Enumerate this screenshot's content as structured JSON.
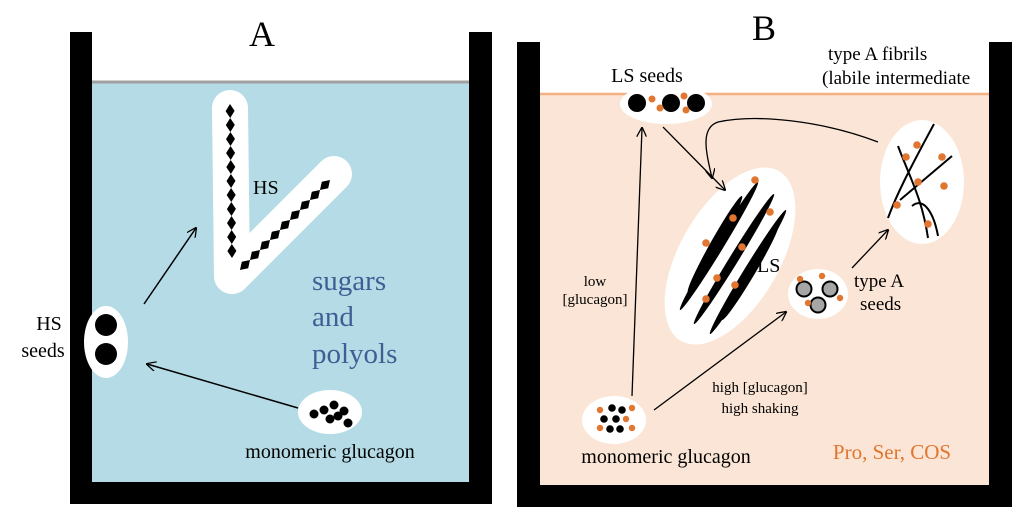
{
  "panel_a": {
    "title": "A",
    "hs_fibril_label": "HS",
    "hs_seeds_label_line1": "HS",
    "hs_seeds_label_line2": "seeds",
    "additives_line1": "sugars",
    "additives_line2": "and",
    "additives_line3": "polyols",
    "monomer_label": "monomeric glucagon"
  },
  "panel_b": {
    "title": "B",
    "ls_seeds_label": "LS seeds",
    "type_a_fibrils_line1": "type A fibrils",
    "type_a_fibrils_line2": "(labile intermediate",
    "ls_label": "LS",
    "low_conc_line1": "low",
    "low_conc_line2": "[glucagon]",
    "type_a_seeds_line1": "type A",
    "type_a_seeds_line2": "seeds",
    "high_cond_line1": "high [glucagon]",
    "high_cond_line2": "high shaking",
    "monomer_label": "monomeric glucagon",
    "additives_label": "Pro, Ser, COS"
  },
  "colors": {
    "panel_a_liquid": "#b5dce6",
    "panel_b_liquid": "#fbe5d6",
    "surface_line_b": "#f4b183",
    "additive_text_a": "#3e5f93",
    "additive_text_b": "#e0762f",
    "orange_dot": "#e0762f",
    "gray_seed": "#a6a6a6"
  }
}
